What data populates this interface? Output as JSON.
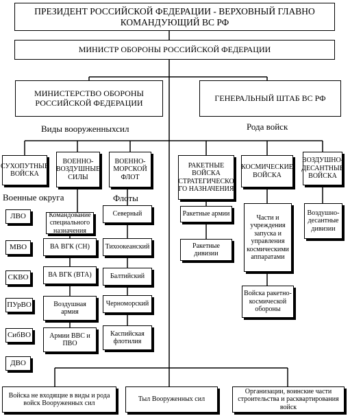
{
  "president": "ПРЕЗИДЕНТ РОССИЙСКОЙ ФЕДЕРАЦИИ - ВЕРХОВНЫЙ ГЛАВНО КОМАНДУЮЩИЙ ВС РФ",
  "minister": "МИНИСТР ОБОРОНЫ РОССИЙСКОЙ ФЕДЕРАЦИИ",
  "ministry": "МИНИСТЕРСТВО ОБОРОНЫ РОССИЙСКОЙ ФЕДЕРАЦИИ",
  "general_staff": "ГЕНЕРАЛЬНЫЙ ШТАБ ВС РФ",
  "labels": {
    "vidy": "Виды вооруженныхсил",
    "rody": "Рода войск",
    "okruga": "Военные округа",
    "floty": "Флоты"
  },
  "vidy": {
    "ground": "СУХОПУТНЫЕ ВОЙСКА",
    "air": "ВОЕННО-ВОЗДУШНЫЕ СИЛЫ",
    "navy": "ВОЕННО-МОРСКОЙ ФЛОТ"
  },
  "rody": {
    "rvsn": "РАКЕТНЫЕ ВОЙСКА СТРАТЕГИЧЕСКО ГО НАЗНАЧЕНИЯ",
    "space": "КОСМИЧЕСКИЕ ВОЙСКА",
    "airborne": "ВОЗДУШНО-ДЕСАНТНЫЕ ВОЙСКА"
  },
  "okruga": [
    "ЛВО",
    "МВО",
    "СКВО",
    "ПУрВО",
    "СибВО",
    "ДВО"
  ],
  "air_units": [
    "Командование специального назначения",
    "ВА ВГК (СН)",
    "ВА ВГК (ВТА)",
    "Воздушная армия",
    "Армии ВВС и ПВО"
  ],
  "floty": [
    "Северный",
    "Тихоокеанский",
    "Балтийский",
    "Черноморский",
    "Каспийская флотилия"
  ],
  "rvsn_units": [
    "Ракетные армии",
    "Ракетные дивизии"
  ],
  "space_units": [
    "Части и учреждения запуска и управления космическими аппаратами",
    "Войска ракетно-космической обороны"
  ],
  "airborne_units": [
    "Воздушно-десантные дивизии"
  ],
  "bottom": [
    "Войска не входящие в виды и рода войск Вооруженных сил",
    "Тыл Вооруженных сил",
    "Организации, воинские части строительства и расквартирования войск"
  ]
}
